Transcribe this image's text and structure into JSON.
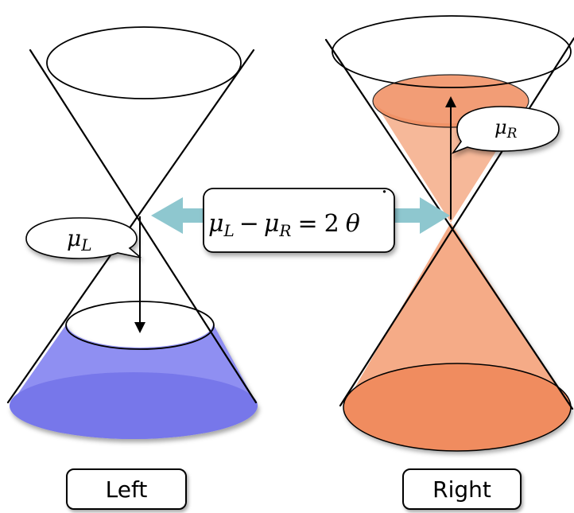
{
  "labels": {
    "left": "Left",
    "right": "Right"
  },
  "annotations": {
    "mu_left_symbol": "μ",
    "mu_left_subscript": "L",
    "mu_right_symbol": "μ",
    "mu_right_subscript": "R",
    "equation_mu": "μ",
    "equation_sub_l": "L",
    "equation_minus": "−",
    "equation_sub_r": "R",
    "equation_equals": "=",
    "equation_coefficient": "2",
    "equation_theta": "θ",
    "equation_theta_dot": "˙"
  },
  "colors": {
    "left_fill": "#8f8ff2",
    "left_fill_dark": "#7777ea",
    "right_fill": "#f5ab87",
    "right_fill_dark": "#f08c5f",
    "arrow": "#8ec7cf"
  }
}
